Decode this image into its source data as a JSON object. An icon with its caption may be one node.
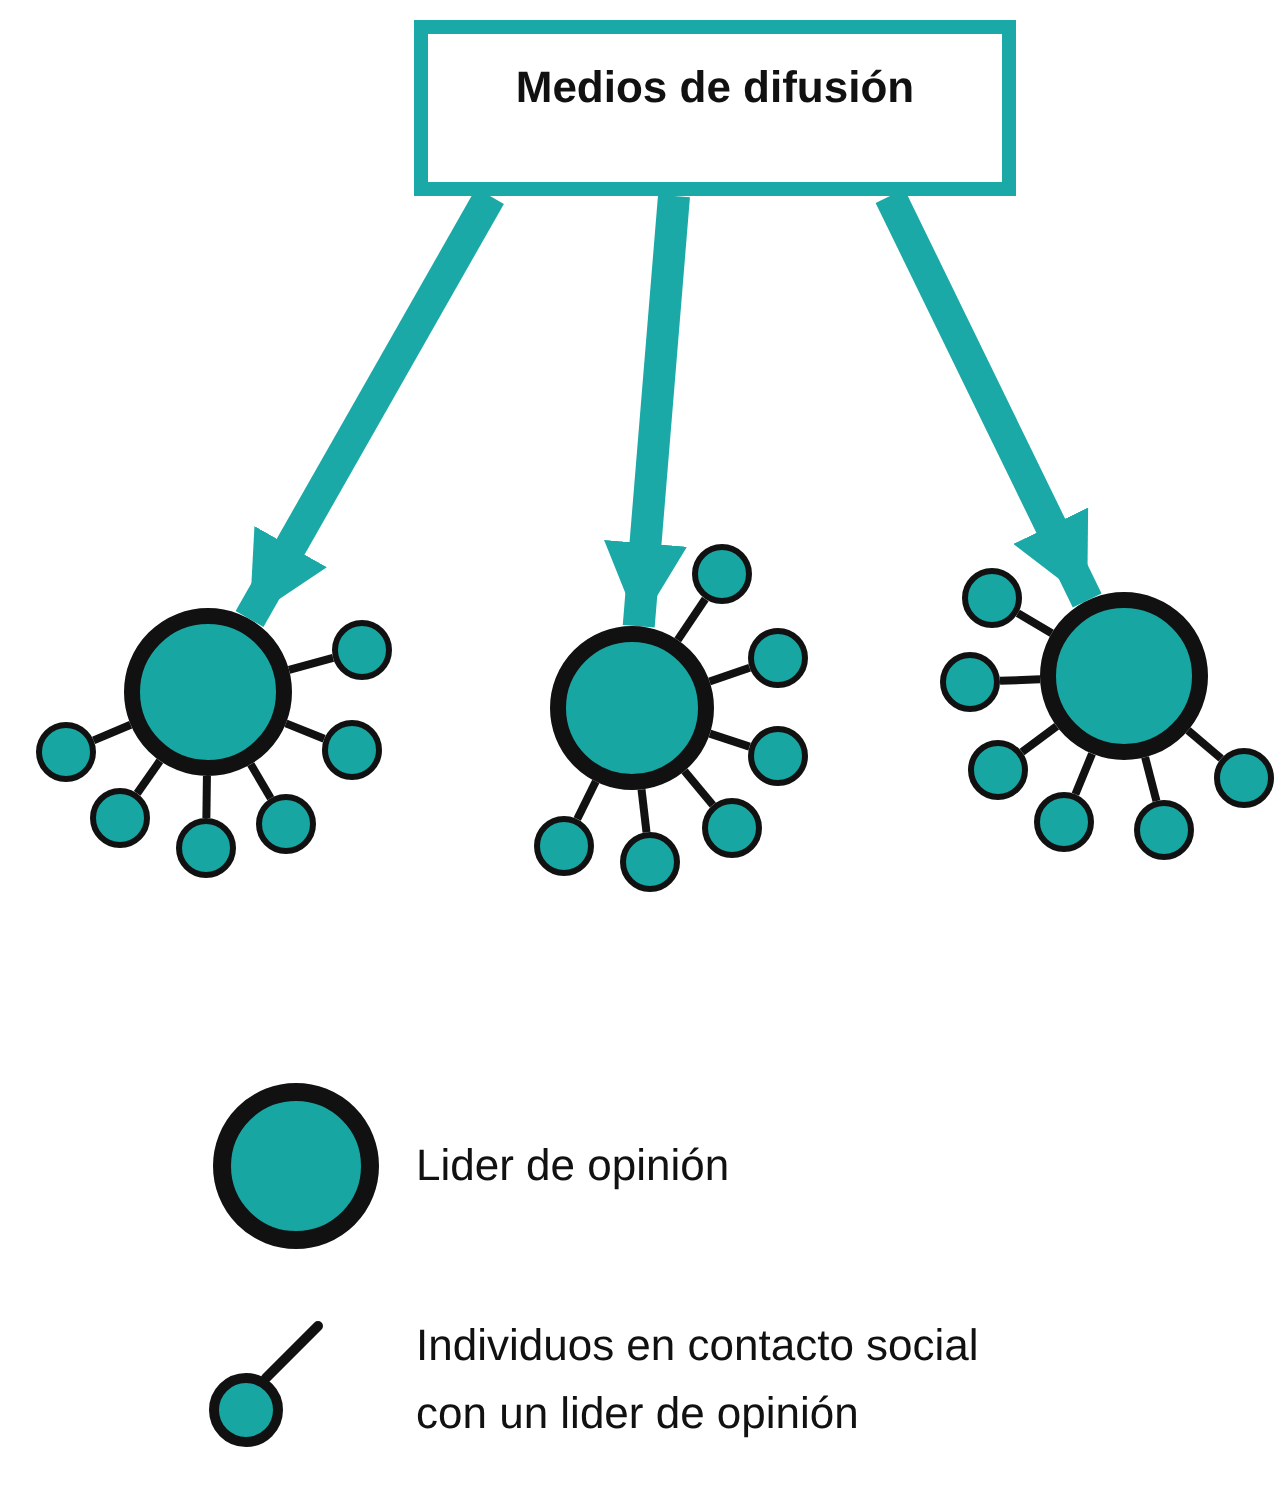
{
  "diagram": {
    "nodes": [
      {
        "text": [
          "Medios de difusión"
        ]
      },
      {
        "text": [],
        "shape": "circle"
      },
      {
        "text": [],
        "shape": "circle"
      },
      {
        "text": [],
        "shape": "circle"
      },
      {
        "text": [],
        "shape": "circle"
      },
      {
        "text": [],
        "shape": "circle"
      },
      {
        "text": [],
        "shape": "circle"
      },
      {
        "text": [],
        "shape": "circle"
      },
      {
        "text": [],
        "shape": "circle"
      },
      {
        "text": [],
        "shape": "circle"
      },
      {
        "text": [],
        "shape": "circle"
      },
      {
        "text": [],
        "shape": "circle"
      },
      {
        "text": [],
        "shape": "circle"
      },
      {
        "text": [],
        "shape": "circle"
      },
      {
        "text": [],
        "shape": "circle"
      },
      {
        "text": [],
        "shape": "circle"
      },
      {
        "text": [],
        "shape": "circle"
      },
      {
        "text": [],
        "shape": "circle"
      },
      {
        "text": [],
        "shape": "circle"
      },
      {
        "text": [],
        "shape": "circle"
      },
      {
        "text": [],
        "shape": "circle"
      },
      {
        "text": [],
        "shape": "circle"
      }
    ],
    "edges": [
      {
        "from": 0,
        "to": 1,
        "arrow": "to",
        "style": "thick",
        "color": "#1aa9a6"
      },
      {
        "from": 0,
        "to": 2,
        "arrow": "to",
        "style": "thick",
        "color": "#1aa9a6"
      },
      {
        "from": 0,
        "to": 3,
        "arrow": "to",
        "style": "thick",
        "color": "#1aa9a6"
      },
      {
        "from": 1,
        "to": 4,
        "arrow": "none"
      },
      {
        "from": 1,
        "to": 5,
        "arrow": "none"
      },
      {
        "from": 1,
        "to": 6,
        "arrow": "none"
      },
      {
        "from": 1,
        "to": 7,
        "arrow": "none"
      },
      {
        "from": 1,
        "to": 8,
        "arrow": "none"
      },
      {
        "from": 1,
        "to": 9,
        "arrow": "none"
      },
      {
        "from": 2,
        "to": 10,
        "arrow": "none"
      },
      {
        "from": 2,
        "to": 11,
        "arrow": "none"
      },
      {
        "from": 2,
        "to": 12,
        "arrow": "none"
      },
      {
        "from": 2,
        "to": 13,
        "arrow": "none"
      },
      {
        "from": 2,
        "to": 14,
        "arrow": "none"
      },
      {
        "from": 2,
        "to": 15,
        "arrow": "none"
      },
      {
        "from": 3,
        "to": 16,
        "arrow": "none"
      },
      {
        "from": 3,
        "to": 17,
        "arrow": "none"
      },
      {
        "from": 3,
        "to": 18,
        "arrow": "none"
      },
      {
        "from": 3,
        "to": 19,
        "arrow": "none"
      },
      {
        "from": 3,
        "to": 20,
        "arrow": "none"
      },
      {
        "from": 3,
        "to": 21,
        "arrow": "none"
      }
    ],
    "legend": [
      {
        "text": "Lider de opinión"
      },
      {
        "text": "Individuos en contacto social con un lider de opinión"
      }
    ]
  }
}
